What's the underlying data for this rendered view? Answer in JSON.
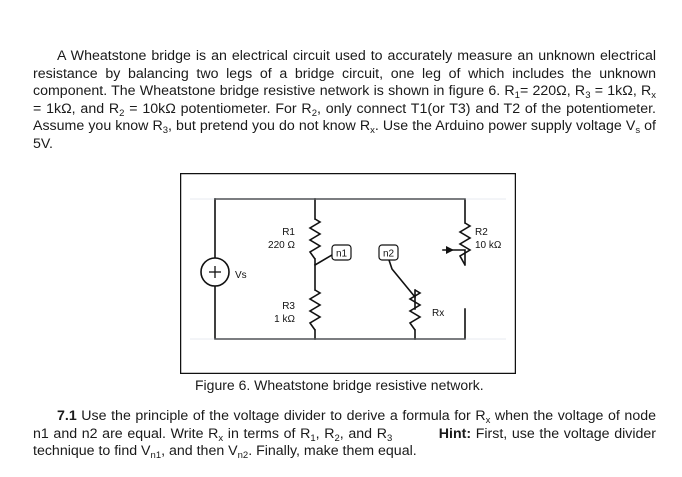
{
  "intro": {
    "s1": "A Wheatstone bridge is an electrical circuit used to accurately measure an unknown electrical resistance by balancing two legs of a bridge circuit, one leg of which includes the unknown component. The Wheatstone bridge resistive network is shown in figure 6. R",
    "s1_sub": "1",
    "s2": "= 220Ω, R",
    "s2_sub": "3",
    "s3": " = 1kΩ, R",
    "s3_sub": "x",
    "s4": " = 1kΩ, and R",
    "s4_sub": "2",
    "s5": " = 10kΩ potentiometer. For R",
    "s5_sub": "2",
    "s6": ", only connect T1(or T3) and T2 of the potentiometer. Assume you know R",
    "s6_sub": "3",
    "s7": ", but pretend you do not know R",
    "s7_sub": "x",
    "s8": ". Use the Arduino power supply voltage V",
    "s8_sub": "s",
    "s9": " of 5V."
  },
  "circuit": {
    "r1_name": "R1",
    "r1_value": "220 Ω",
    "r2_name": "R2",
    "r2_value": "10 kΩ",
    "r3_name": "R3",
    "r3_value": "1 kΩ",
    "rx_name": "Rx",
    "source_name": "Vs",
    "node1": "n1",
    "node2": "n2",
    "plus_sign": "+"
  },
  "caption": "Figure 6. Wheatstone bridge resistive network.",
  "question": {
    "number": "7.1",
    "s1": " Use the principle of the voltage divider to derive a formula for R",
    "s1_sub": "x",
    "s2": " when the voltage of node n1 and n2 are equal. Write R",
    "s2_sub": "x",
    "s3": " in terms of R",
    "s3_sub": "1",
    "s4": ", R",
    "s4_sub": "2",
    "s5": ", and R",
    "s5_sub": "3",
    "hint_label": "Hint:",
    "s6": " First, use the voltage divider technique to find V",
    "s6_sub": "n1",
    "s7": ", and then V",
    "s7_sub": "n2",
    "s8": ". Finally, make them equal."
  }
}
